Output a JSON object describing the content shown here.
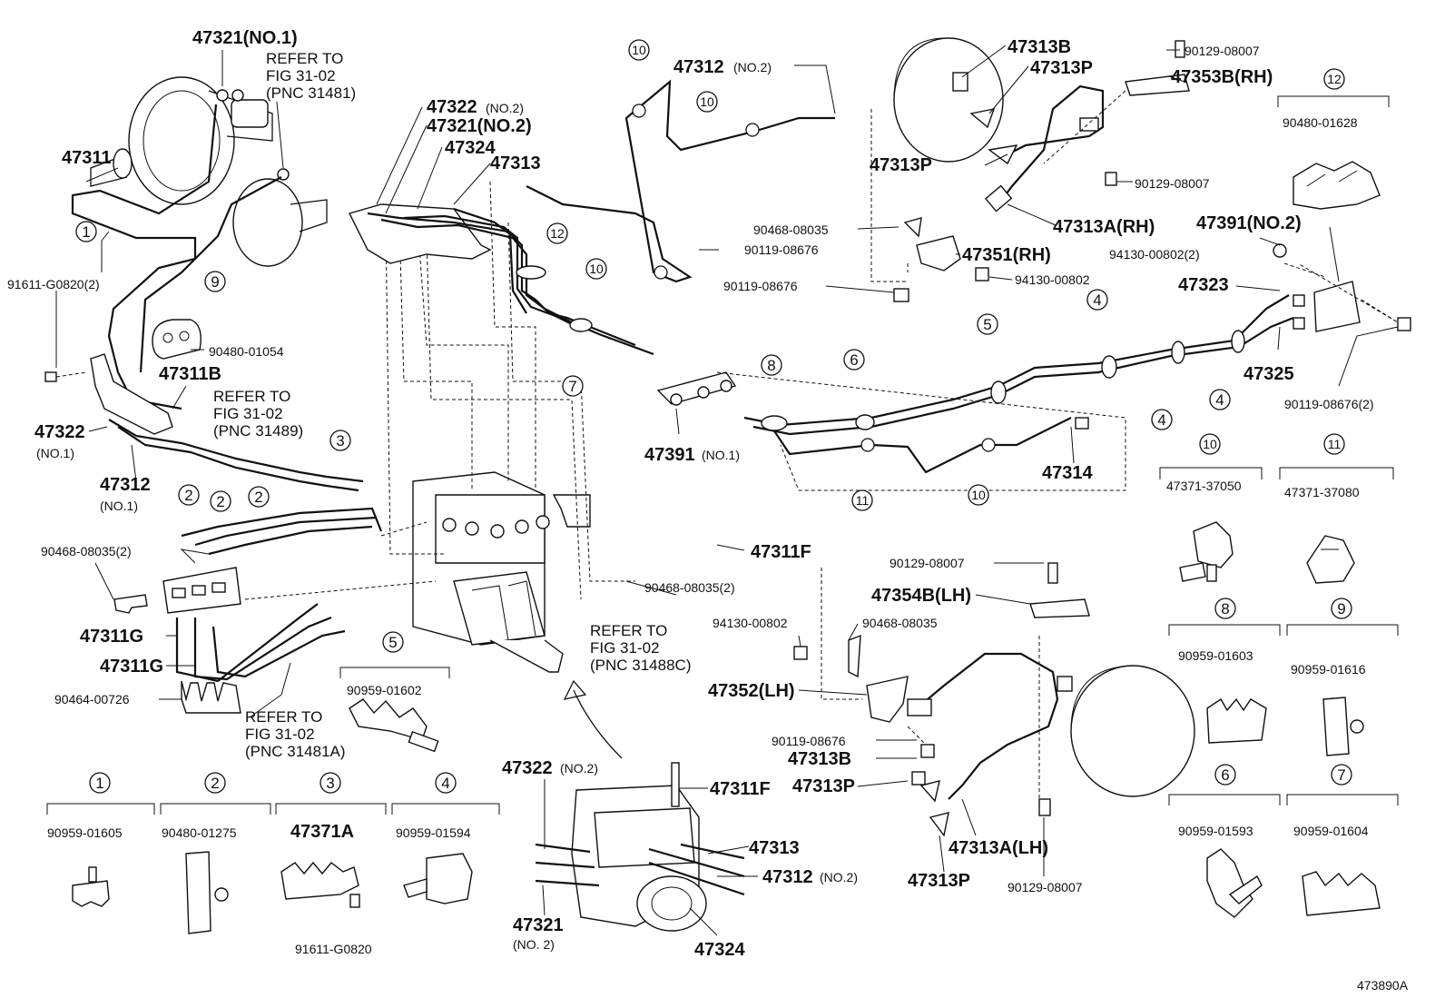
{
  "diagram_id": "473890A",
  "labels": {
    "p47321_no1": "47321(NO.1)",
    "refer_1": "REFER TO",
    "refer_1b": "FIG 31-02",
    "refer_1c": "(PNC 31481)",
    "p47311": "47311",
    "p91611_g0820_2": "91611-G0820(2)",
    "p90480_01054": "90480-01054",
    "p47311b": "47311B",
    "refer_2": "REFER TO",
    "refer_2b": "FIG 31-02",
    "refer_2c": "(PNC 31489)",
    "p47322_no1_a": "47322",
    "p47322_no1_b": "(NO.1)",
    "p47312_no1_a": "47312",
    "p47312_no1_b": "(NO.1)",
    "p90468_08035_2": "90468-08035(2)",
    "p47311g_a": "47311G",
    "p47311g_b": "47311G",
    "p90464_00726": "90464-00726",
    "refer_3": "REFER TO",
    "refer_3b": "FIG 31-02",
    "refer_3c": "(PNC 31481A)",
    "p47322_no2": "47322",
    "p47322_no2_sfx": "(NO.2)",
    "p47321_no2": "47321(NO.2)",
    "p47324": "47324",
    "p47313": "47313",
    "p47312_no2": "47312",
    "p47312_no2_sfx": "(NO.2)",
    "p47391_no1": "47391",
    "p47391_no1_sfx": "(NO.1)",
    "p90119_08676_a": "90119-08676",
    "p47311f_a": "47311F",
    "p90468_08035_2b": "90468-08035(2)",
    "refer_4": "REFER TO",
    "refer_4b": "FIG 31-02",
    "refer_4c": "(PNC 31488C)",
    "p47313b_rh": "47313B",
    "p47313p_rh1": "47313P",
    "p47313p_rh2": "47313P",
    "p90129_08007_a": "90129-08007",
    "p47353b_rh": "47353B(RH)",
    "p90129_08007_b": "90129-08007",
    "p90468_08035_a": "90468-08035",
    "p47313a_rh": "47313A(RH)",
    "p47351_rh": "47351(RH)",
    "p90119_08676_b": "90119-08676",
    "p94130_00802_a": "94130-00802",
    "p47391_no2": "47391(NO.2)",
    "p94130_00802_2": "94130-00802(2)",
    "p47323": "47323",
    "p47325": "47325",
    "p90119_08676_2": "90119-08676(2)",
    "p47314": "47314",
    "p90129_08007_c": "90129-08007",
    "p47354b_lh": "47354B(LH)",
    "p94130_00802_b": "94130-00802",
    "p90468_08035_b": "90468-08035",
    "p47352_lh": "47352(LH)",
    "p90119_08676_c": "90119-08676",
    "p47313b_lh": "47313B",
    "p47313p_lh1": "47313P",
    "p47313a_lh": "47313A(LH)",
    "p47313p_lh2": "47313P",
    "p90129_08007_d": "90129-08007",
    "p47322_b": "47322",
    "p47322_b_sfx": "(NO.2)",
    "p47311f_b": "47311F",
    "p47313_b": "47313",
    "p47312_b": "47312",
    "p47312_b_sfx": "(NO.2)",
    "p47321_b": "47321",
    "p47321_b_sfx": "(NO. 2)",
    "p47324_b": "47324"
  },
  "callouts": [
    "1",
    "2",
    "3",
    "4",
    "5",
    "6",
    "7",
    "8",
    "9",
    "10",
    "11",
    "12"
  ],
  "legend": [
    {
      "num": "1",
      "part": "90959-01605"
    },
    {
      "num": "2",
      "part": "90480-01275"
    },
    {
      "num": "3",
      "part": "47371A",
      "sub": "91611-G0820"
    },
    {
      "num": "4",
      "part": "90959-01594"
    },
    {
      "num": "5",
      "part": "90959-01602"
    },
    {
      "num": "6",
      "part": "90959-01593"
    },
    {
      "num": "7",
      "part": "90959-01604"
    },
    {
      "num": "8",
      "part": "90959-01603"
    },
    {
      "num": "9",
      "part": "90959-01616"
    },
    {
      "num": "10",
      "part": "47371-37050"
    },
    {
      "num": "11",
      "part": "47371-37080"
    },
    {
      "num": "12",
      "part": "90480-01628"
    }
  ]
}
